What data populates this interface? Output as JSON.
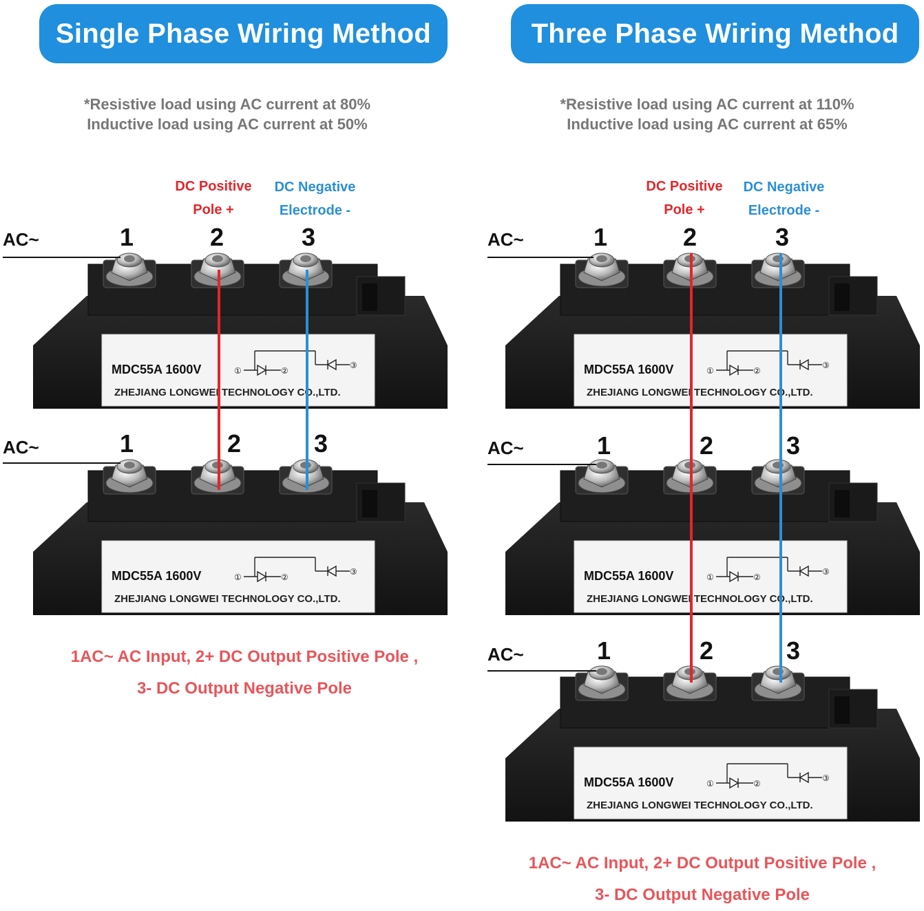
{
  "single": {
    "title": "Single Phase Wiring Method",
    "note_line1": "*Resistive load using AC current at 80%",
    "note_line2": "Inductive load using AC current at 50%",
    "footer_line1": "1AC~ AC Input, 2+ DC Output Positive Pole ,",
    "footer_line2": "3-  DC Output Negative Pole"
  },
  "three": {
    "title": "Three Phase Wiring Method",
    "note_line1": "*Resistive load using AC current at 110%",
    "note_line2": "Inductive load using AC current at 65%",
    "footer_line1": "1AC~ AC Input, 2+ DC Output Positive Pole ,",
    "footer_line2": "3-  DC Output Negative Pole"
  },
  "labels": {
    "dc_positive_line1": "DC Positive",
    "dc_positive_line2": "Pole +",
    "dc_negative_line1": "DC Negative",
    "dc_negative_line2": "Electrode -",
    "ac": "AC~",
    "terminal_1": "1",
    "terminal_2": "2",
    "terminal_3": "3"
  },
  "module": {
    "model": "MDC55A 1600V",
    "maker": "ZHEJIANG LONGWEI TECHNOLOGY CO.,LTD.",
    "pin1": "①",
    "pin2": "②",
    "pin3": "③"
  },
  "colors": {
    "title_bg": "#1f8fde",
    "positive_wire": "#e3262b",
    "negative_wire": "#2b8fd6",
    "module_body": "#1b1b1b",
    "label_plate": "#f4f4f4"
  }
}
